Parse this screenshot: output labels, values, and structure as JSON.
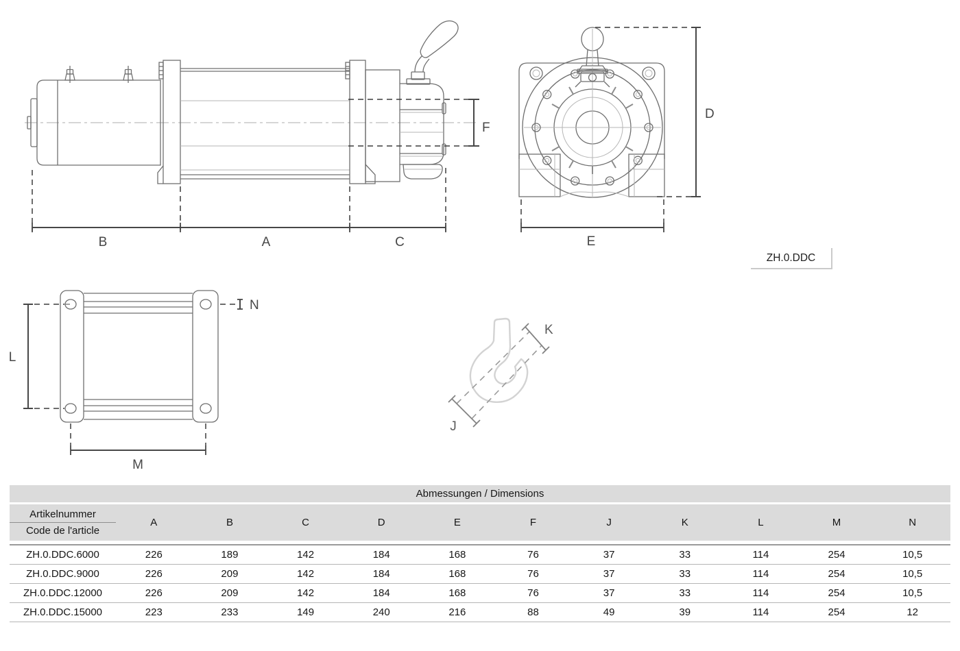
{
  "product_code": "ZH.0.DDC",
  "drawing": {
    "labels": {
      "A": "A",
      "B": "B",
      "C": "C",
      "D": "D",
      "E": "E",
      "F": "F",
      "J": "J",
      "K": "K",
      "L": "L",
      "M": "M",
      "N": "N"
    },
    "line_color": "#6f6f6f",
    "dimension_color": "#474747",
    "hook_color": "#d3d3d3"
  },
  "table": {
    "title": "Abmessungen / Dimensions",
    "row_header": {
      "line1": "Artikelnummer",
      "line2": "Code de l'article"
    },
    "columns": [
      "A",
      "B",
      "C",
      "D",
      "E",
      "F",
      "J",
      "K",
      "L",
      "M",
      "N"
    ],
    "rows": [
      {
        "code": "ZH.0.DDC.6000",
        "values": [
          "226",
          "189",
          "142",
          "184",
          "168",
          "76",
          "37",
          "33",
          "114",
          "254",
          "10,5"
        ]
      },
      {
        "code": "ZH.0.DDC.9000",
        "values": [
          "226",
          "209",
          "142",
          "184",
          "168",
          "76",
          "37",
          "33",
          "114",
          "254",
          "10,5"
        ]
      },
      {
        "code": "ZH.0.DDC.12000",
        "values": [
          "226",
          "209",
          "142",
          "184",
          "168",
          "76",
          "37",
          "33",
          "114",
          "254",
          "10,5"
        ]
      },
      {
        "code": "ZH.0.DDC.15000",
        "values": [
          "223",
          "233",
          "149",
          "240",
          "216",
          "88",
          "49",
          "39",
          "114",
          "254",
          "12"
        ]
      }
    ],
    "header_bg": "#dbdbdb",
    "text_color": "#161616"
  }
}
